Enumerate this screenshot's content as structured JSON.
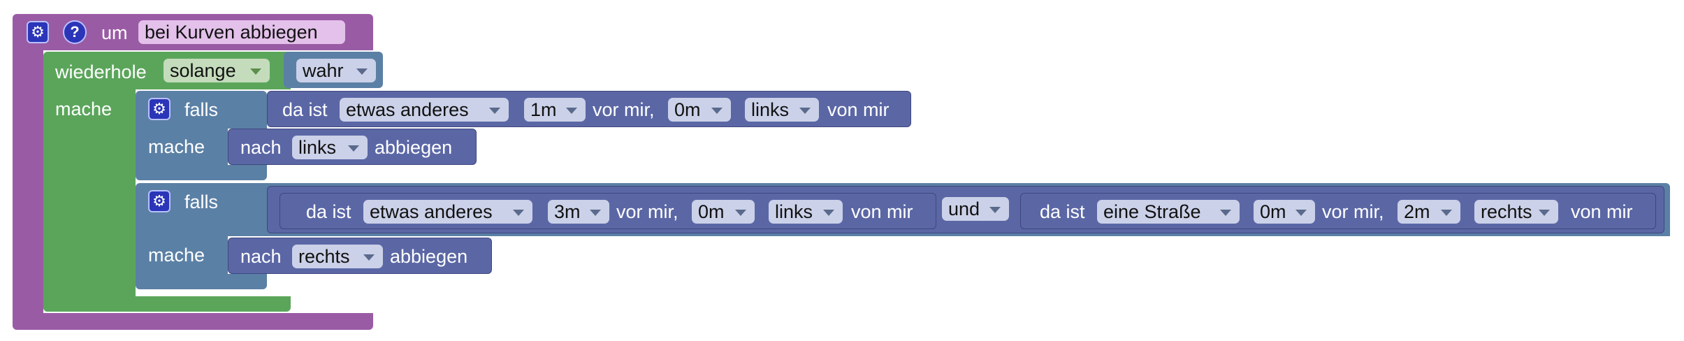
{
  "function_block": {
    "keyword": "um",
    "name": "bei Kurven abbiegen",
    "colors": {
      "block": "#9a5ba5",
      "field": "#e3c1ea"
    }
  },
  "loop_block": {
    "keyword": "wiederhole",
    "mode": "solange",
    "condition": "wahr",
    "do_label": "mache",
    "colors": {
      "block": "#5ba55b",
      "field": "#c4dcbc"
    }
  },
  "if_block_1": {
    "keyword": "falls",
    "do_label": "mache",
    "condition": {
      "prefix": "da ist",
      "object": "etwas anderes",
      "dist_forward": "1m",
      "forward_text": "vor mir,",
      "dist_side": "0m",
      "side": "links",
      "suffix": "von mir"
    },
    "action": {
      "prefix": "nach",
      "direction": "links",
      "suffix": "abbiegen"
    }
  },
  "if_block_2": {
    "keyword": "falls",
    "do_label": "mache",
    "condition_left": {
      "prefix": "da ist",
      "object": "etwas anderes",
      "dist_forward": "3m",
      "forward_text": "vor mir,",
      "dist_side": "0m",
      "side": "links",
      "suffix": "von mir"
    },
    "operator": "und",
    "condition_right": {
      "prefix": "da ist",
      "object": "eine Straße",
      "dist_forward": "0m",
      "forward_text": "vor mir,",
      "dist_side": "2m",
      "side": "rechts",
      "suffix": "von mir"
    },
    "action": {
      "prefix": "nach",
      "direction": "rechts",
      "suffix": "abbiegen"
    }
  },
  "icons": {
    "settings": "gear-icon",
    "help": "help-icon"
  },
  "colors": {
    "control_block": "#5b80a5",
    "sensor_block": "#5b67a5"
  }
}
